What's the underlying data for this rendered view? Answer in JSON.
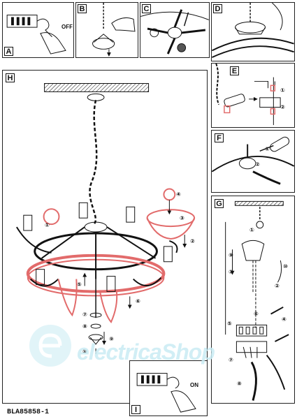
{
  "panels": {
    "a": {
      "label": "A",
      "switch_text": "OFF"
    },
    "b": {
      "label": "B"
    },
    "c": {
      "label": "C"
    },
    "d": {
      "label": "D"
    },
    "e": {
      "label": "E",
      "steps": [
        "①",
        "②"
      ]
    },
    "f": {
      "label": "F",
      "steps": [
        "①",
        "②"
      ]
    },
    "g": {
      "label": "G",
      "steps": [
        "①",
        "⑨",
        "③",
        "⑩",
        "②",
        "⑥",
        "⑤",
        "④",
        "⑦",
        "⑧"
      ]
    },
    "h": {
      "label": "H",
      "steps": [
        "④",
        "①",
        "③",
        "②",
        "⑤",
        "⑥",
        "⑦",
        "⑧",
        "⑨",
        "⑩"
      ]
    },
    "i": {
      "label": "I",
      "switch_text": "ON"
    }
  },
  "watermark": {
    "text": "electricaShop"
  },
  "doc_code": "BLA85858-1"
}
